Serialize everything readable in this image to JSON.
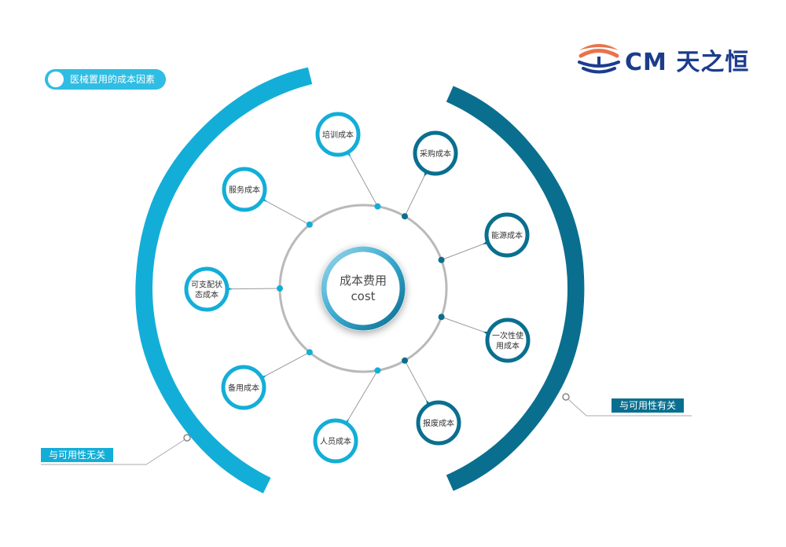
{
  "legend": {
    "label": "医械置用的成本因素"
  },
  "center": {
    "line1": "成本费用",
    "line2": "cost"
  },
  "nodes_left": [
    {
      "id": "training",
      "lines": [
        "培训成本"
      ]
    },
    {
      "id": "service",
      "lines": [
        "服务成本"
      ]
    },
    {
      "id": "config",
      "lines": [
        "可支配状",
        "态成本"
      ]
    },
    {
      "id": "spare",
      "lines": [
        "备用成本"
      ]
    },
    {
      "id": "staff",
      "lines": [
        "人员成本"
      ]
    }
  ],
  "nodes_right": [
    {
      "id": "purchase",
      "lines": [
        "采购成本"
      ]
    },
    {
      "id": "energy",
      "lines": [
        "能源成本"
      ]
    },
    {
      "id": "disposable",
      "lines": [
        "一次性使",
        "用成本"
      ]
    },
    {
      "id": "scrap",
      "lines": [
        "报废成本"
      ]
    }
  ],
  "tags": {
    "left": "与可用性无关",
    "right": "与可用性有关"
  },
  "logo": {
    "text": "CM 天之恒"
  },
  "colors": {
    "left_accent": "#13aed8",
    "right_accent": "#0a6f8f",
    "logo_blue": "#1c3c8c",
    "logo_orange": "#e8734a",
    "ring_gray": "#b9b9b9"
  }
}
